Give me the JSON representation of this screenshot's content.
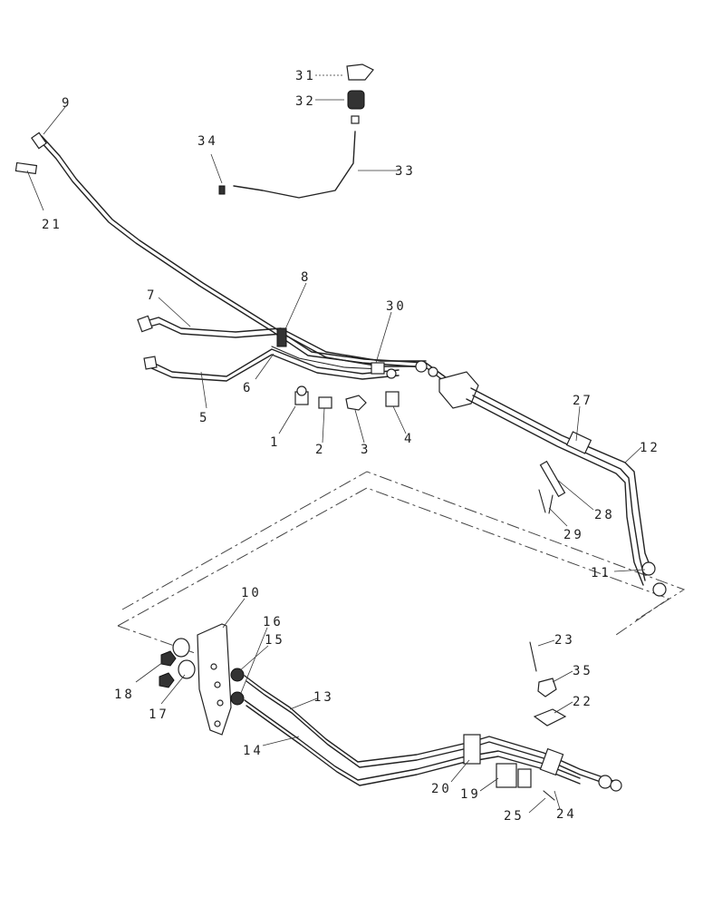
{
  "callouts": {
    "c1": "1",
    "c2": "2",
    "c3": "3",
    "c4": "4",
    "c5": "5",
    "c6": "6",
    "c7": "7",
    "c8": "8",
    "c9": "9",
    "c10": "10",
    "c11": "11",
    "c12": "12",
    "c13": "13",
    "c14": "14",
    "c15": "15",
    "c16": "16",
    "c17": "17",
    "c18": "18",
    "c19": "19",
    "c20": "20",
    "c21": "21",
    "c22": "22",
    "c23": "23",
    "c24": "24",
    "c25": "25",
    "c27": "27",
    "c28": "28",
    "c29": "29",
    "c30": "30",
    "c31": "31",
    "c32": "32",
    "c33": "33",
    "c34": "34",
    "c35": "35"
  }
}
